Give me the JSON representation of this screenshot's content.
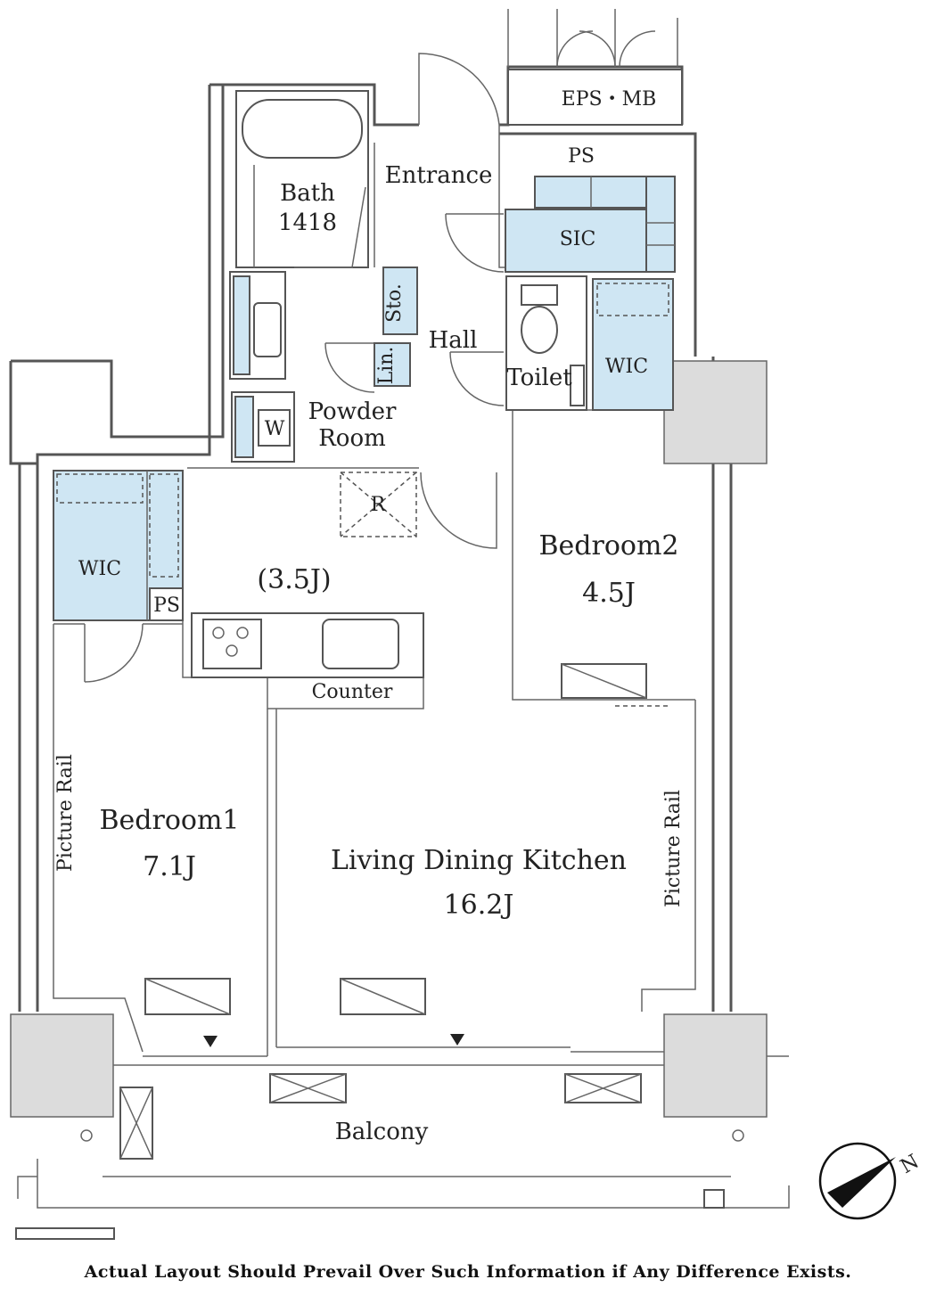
{
  "rooms": {
    "eps_mb": "EPS・MB",
    "ps_top": "PS",
    "entrance": "Entrance",
    "bath": "Bath",
    "bath_size": "1418",
    "sic": "SIC",
    "sto": "Sto.",
    "hall": "Hall",
    "lin": "Lin.",
    "toilet": "Toilet",
    "wic_right": "WIC",
    "washer": "W",
    "powder_room_1": "Powder",
    "powder_room_2": "Room",
    "refrigerator": "R",
    "kitchen_size": "(3.5J)",
    "bedroom2": "Bedroom2",
    "bedroom2_size": "4.5J",
    "wic_left": "WIC",
    "ps_left": "PS",
    "counter": "Counter",
    "bedroom1": "Bedroom1",
    "bedroom1_size": "7.1J",
    "picture_rail_left": "Picture Rail",
    "ldk": "Living Dining Kitchen",
    "ldk_size": "16.2J",
    "picture_rail_right": "Picture Rail",
    "balcony": "Balcony",
    "compass_n": "N"
  },
  "disclaimer": "Actual Layout Should Prevail Over Such Information if Any Difference Exists."
}
